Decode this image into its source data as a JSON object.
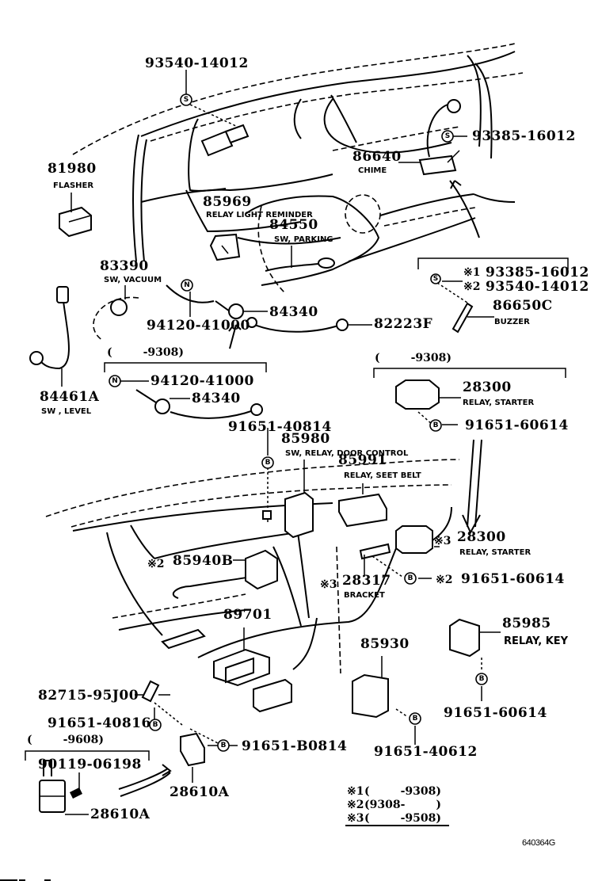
{
  "diagram": {
    "title_code": "640364G",
    "colors": {
      "ink": "#000000",
      "paper": "#ffffff"
    },
    "callouts": {
      "c93540_top": {
        "part_number": "93540-14012",
        "symbol": "S"
      },
      "c81980": {
        "part_number": "81980",
        "description": "FLASHER"
      },
      "c86640": {
        "part_number": "86640",
        "description": "CHIME"
      },
      "c93385_top": {
        "part_number": "93385-16012",
        "symbol": "S"
      },
      "c85969": {
        "part_number": "85969",
        "description": "RELAY LIGHT REMINDER"
      },
      "c84550": {
        "part_number": "84550",
        "description": "SW, PARKING"
      },
      "c83390": {
        "part_number": "83390",
        "description": "SW, VACUUM"
      },
      "c94120_a": {
        "part_number": "94120-41000",
        "symbol": "N"
      },
      "c84340_a": {
        "part_number": "84340"
      },
      "c82223F": {
        "part_number": "82223F"
      },
      "c_alt_s1": {
        "note": "※1",
        "part_number": "93385-16012",
        "symbol": "S"
      },
      "c_alt_s2": {
        "note": "※2",
        "part_number": "93540-14012"
      },
      "c86650C": {
        "part_number": "86650C",
        "description": "BUZZER"
      },
      "c84461A": {
        "part_number": "84461A",
        "description": "SW , LEVEL"
      },
      "range_9308_left": {
        "text": "(        -9308)"
      },
      "c94120_b": {
        "part_number": "94120-41000",
        "symbol": "N"
      },
      "c84340_b": {
        "part_number": "84340"
      },
      "range_9308_right": {
        "text": "(        -9308)"
      },
      "c28300_a": {
        "part_number": "28300",
        "description": "RELAY, STARTER"
      },
      "c91651_60614_a": {
        "part_number": "91651-60614",
        "symbol": "B"
      },
      "c91651_40814": {
        "part_number": "91651-40814",
        "symbol": "B"
      },
      "c85980": {
        "part_number": "85980",
        "description": "SW, RELAY, DOOR CONTROL"
      },
      "c85991": {
        "part_number": "85991",
        "description": "RELAY, SEET BELT"
      },
      "c28300_b": {
        "note": "※3",
        "part_number": "28300",
        "description": "RELAY, STARTER"
      },
      "c85940B": {
        "note": "※2",
        "part_number": "85940B"
      },
      "c28317": {
        "note": "※3",
        "part_number": "28317",
        "description": "BRACKET"
      },
      "c91651_60614_b": {
        "note": "※2",
        "part_number": "91651-60614",
        "symbol": "B"
      },
      "c89701": {
        "part_number": "89701"
      },
      "c85985": {
        "part_number": "85985",
        "description": "RELAY, KEY"
      },
      "c85930": {
        "part_number": "85930"
      },
      "c82715": {
        "part_number": "82715-95J00"
      },
      "c91651_40816": {
        "part_number": "91651-40816",
        "symbol": "B"
      },
      "range_9608": {
        "text": "(        -9608)"
      },
      "c91651_B0814": {
        "part_number": "91651-B0814",
        "symbol": "B"
      },
      "c91651_60614_c": {
        "part_number": "91651-60614",
        "symbol": "B"
      },
      "c90119": {
        "part_number": "90119-06198"
      },
      "c28610A_a": {
        "part_number": "28610A"
      },
      "c28610A_b": {
        "part_number": "28610A"
      },
      "c91651_40612": {
        "part_number": "91651-40612",
        "symbol": "B"
      }
    },
    "legend": [
      {
        "mark": "※1",
        "range": "(        -9308)"
      },
      {
        "mark": "※2",
        "range": "(9308-        )"
      },
      {
        "mark": "※3",
        "range": "(        -9508)"
      }
    ]
  }
}
